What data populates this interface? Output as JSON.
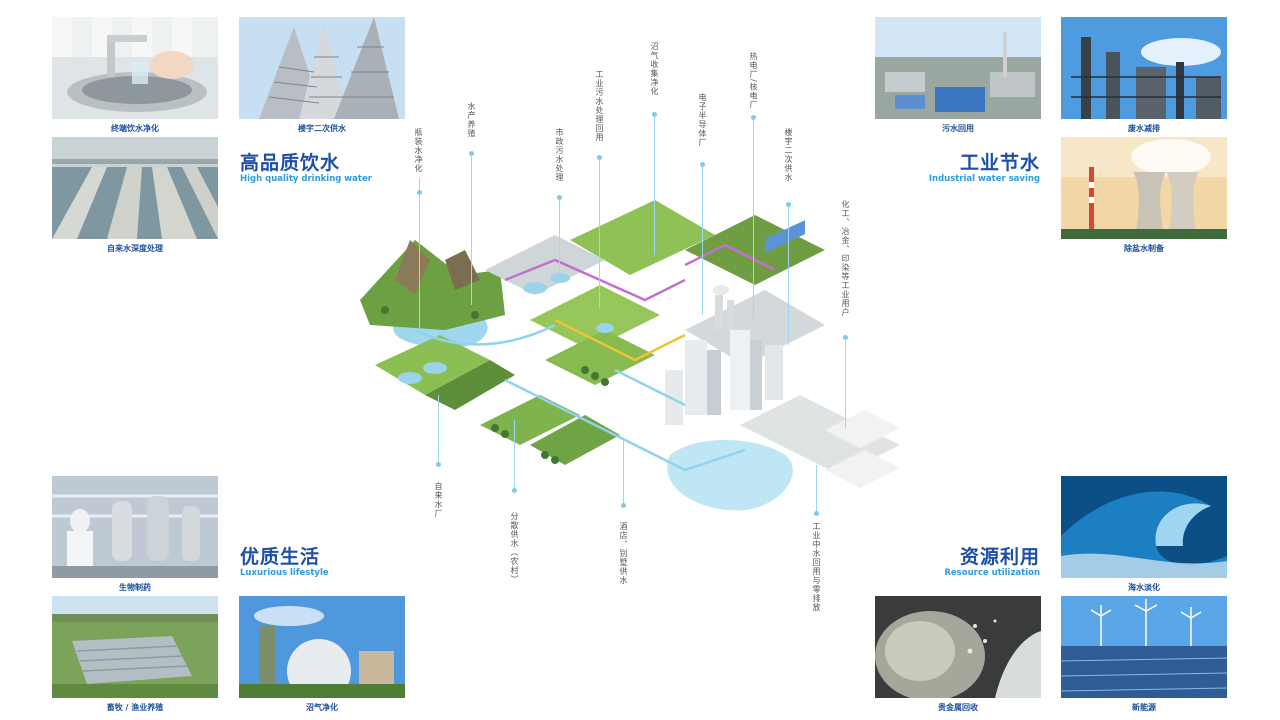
{
  "sections": {
    "drinking": {
      "title": "高品质饮水",
      "subtitle": "High quality drinking water"
    },
    "industrial": {
      "title": "工业节水",
      "subtitle": "Industrial water saving"
    },
    "lifestyle": {
      "title": "优质生活",
      "subtitle": "Luxurious lifestyle"
    },
    "resource": {
      "title": "资源利用",
      "subtitle": "Resource utilization"
    }
  },
  "tiles": {
    "t1": "终端饮水净化",
    "t2": "楼宇二次供水",
    "t3": "自来水深度处理",
    "t4": "污水回用",
    "t5": "废水减排",
    "t6": "除盐水制备",
    "t7": "生物制药",
    "t8": "畜牧 / 渔业养殖",
    "t9": "沼气净化",
    "t10": "海水淡化",
    "t11": "贵金属回收",
    "t12": "新能源"
  },
  "labels": {
    "l1": "瓶装水净化",
    "l2": "水产养殖",
    "l3": "市政污水处理",
    "l4": "工业污水处理回用",
    "l5": "沼气收集净化",
    "l6": "电子半导体厂",
    "l7": "热电厂/核电厂",
    "l8": "楼宇二次供水",
    "l9": "化工、冶金、印染等工业用户",
    "l10": "自来水厂",
    "l11": "分散供水（农村）",
    "l12": "酒店、别墅供水",
    "l13": "工业中水回用与零排放"
  }
}
